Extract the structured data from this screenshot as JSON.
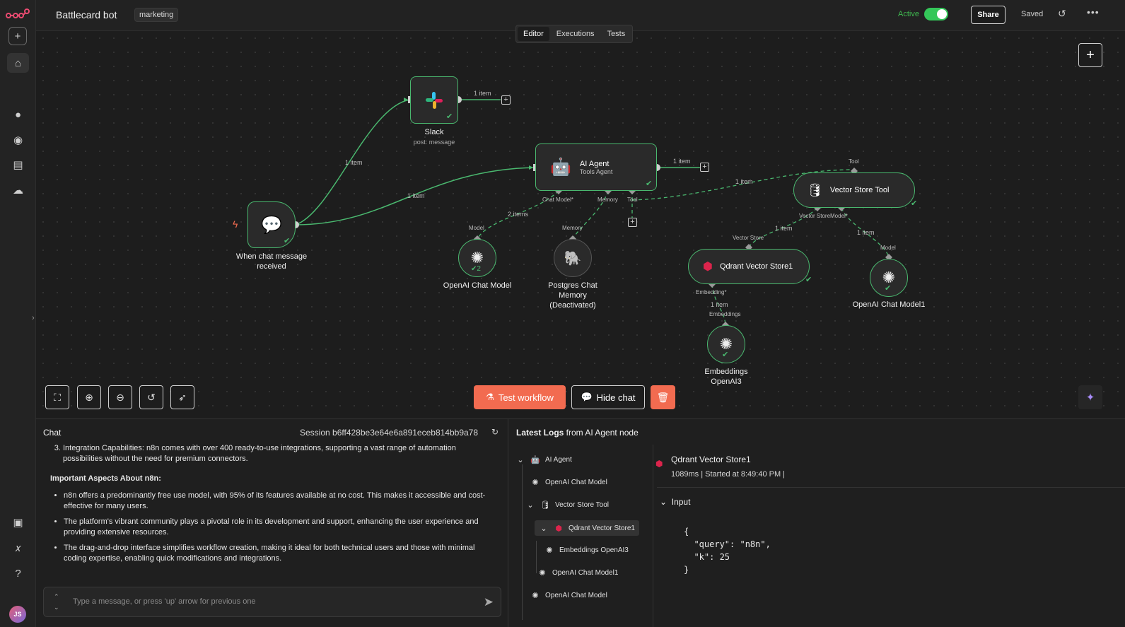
{
  "workflow": {
    "name": "Battlecard bot",
    "tag": "marketing",
    "active_label": "Active",
    "share_label": "Share",
    "saved_label": "Saved"
  },
  "tabs": [
    {
      "label": "Editor"
    },
    {
      "label": "Executions"
    },
    {
      "label": "Tests"
    }
  ],
  "nodes": {
    "slack": {
      "title": "Slack",
      "sub": "post: message"
    },
    "agent": {
      "title": "AI Agent",
      "sub": "Tools Agent"
    },
    "trigger": {
      "title": "When chat message received"
    },
    "openai": {
      "title": "OpenAI Chat Model",
      "badge": "2"
    },
    "postgres": {
      "title": "Postgres Chat Memory (Deactivated)"
    },
    "vector_tool": {
      "title": "Vector Store Tool"
    },
    "qdrant": {
      "title": "Qdrant Vector Store1"
    },
    "openai1": {
      "title": "OpenAI Chat Model1"
    },
    "embeddings": {
      "title": "Embeddings OpenAI3"
    }
  },
  "edge_labels": {
    "one_item": "1 item",
    "two_items": "2 items",
    "chat_model": "Chat Model*",
    "memory": "Memory",
    "tool": "Tool",
    "model": "Model",
    "vector_store": "Vector Store",
    "vector_store_model": "Vector Store",
    "model_star": "Model*",
    "embedding": "Embedding*",
    "embeddings": "Embeddings"
  },
  "canvas_actions": {
    "test_label": "Test workflow",
    "hide_chat_label": "Hide chat"
  },
  "chat": {
    "title": "Chat",
    "session": "Session  b6ff428be3e64e6a891eceb814bb9a78",
    "list_start": 3,
    "item3": "Integration Capabilities: n8n comes with over 400 ready-to-use integrations, supporting a vast range of automation possibilities without the need for premium connectors.",
    "heading": "Important Aspects About n8n:",
    "bullets": [
      "n8n offers a predominantly free use model, with 95% of its features available at no cost. This makes it accessible and cost-effective for many users.",
      "The platform's vibrant community plays a pivotal role in its development and support, enhancing the user experience and providing extensive resources.",
      "The drag-and-drop interface simplifies workflow creation, making it ideal for both technical users and those with minimal coding expertise, enabling quick modifications and integrations."
    ],
    "placeholder": "Type a message, or press 'up' arrow for previous one"
  },
  "logs": {
    "title_bold": "Latest Logs",
    "title_rest": " from AI Agent node",
    "tree": [
      {
        "label": "AI Agent"
      },
      {
        "label": "OpenAI Chat Model"
      },
      {
        "label": "Vector Store Tool"
      },
      {
        "label": "Qdrant Vector Store1"
      },
      {
        "label": "Embeddings OpenAI3"
      },
      {
        "label": "OpenAI Chat Model1"
      },
      {
        "label": "OpenAI Chat Model"
      }
    ],
    "detail": {
      "name": "Qdrant Vector Store1",
      "meta": "1089ms | Started at 8:49:40 PM |",
      "input_label": "Input"
    },
    "code": "{\n  \"query\": \"n8n\",\n  \"k\": 25\n}"
  },
  "colors": {
    "accent_green": "#4ab86f",
    "brand_orange": "#f26b50",
    "active_green": "#34c759"
  }
}
